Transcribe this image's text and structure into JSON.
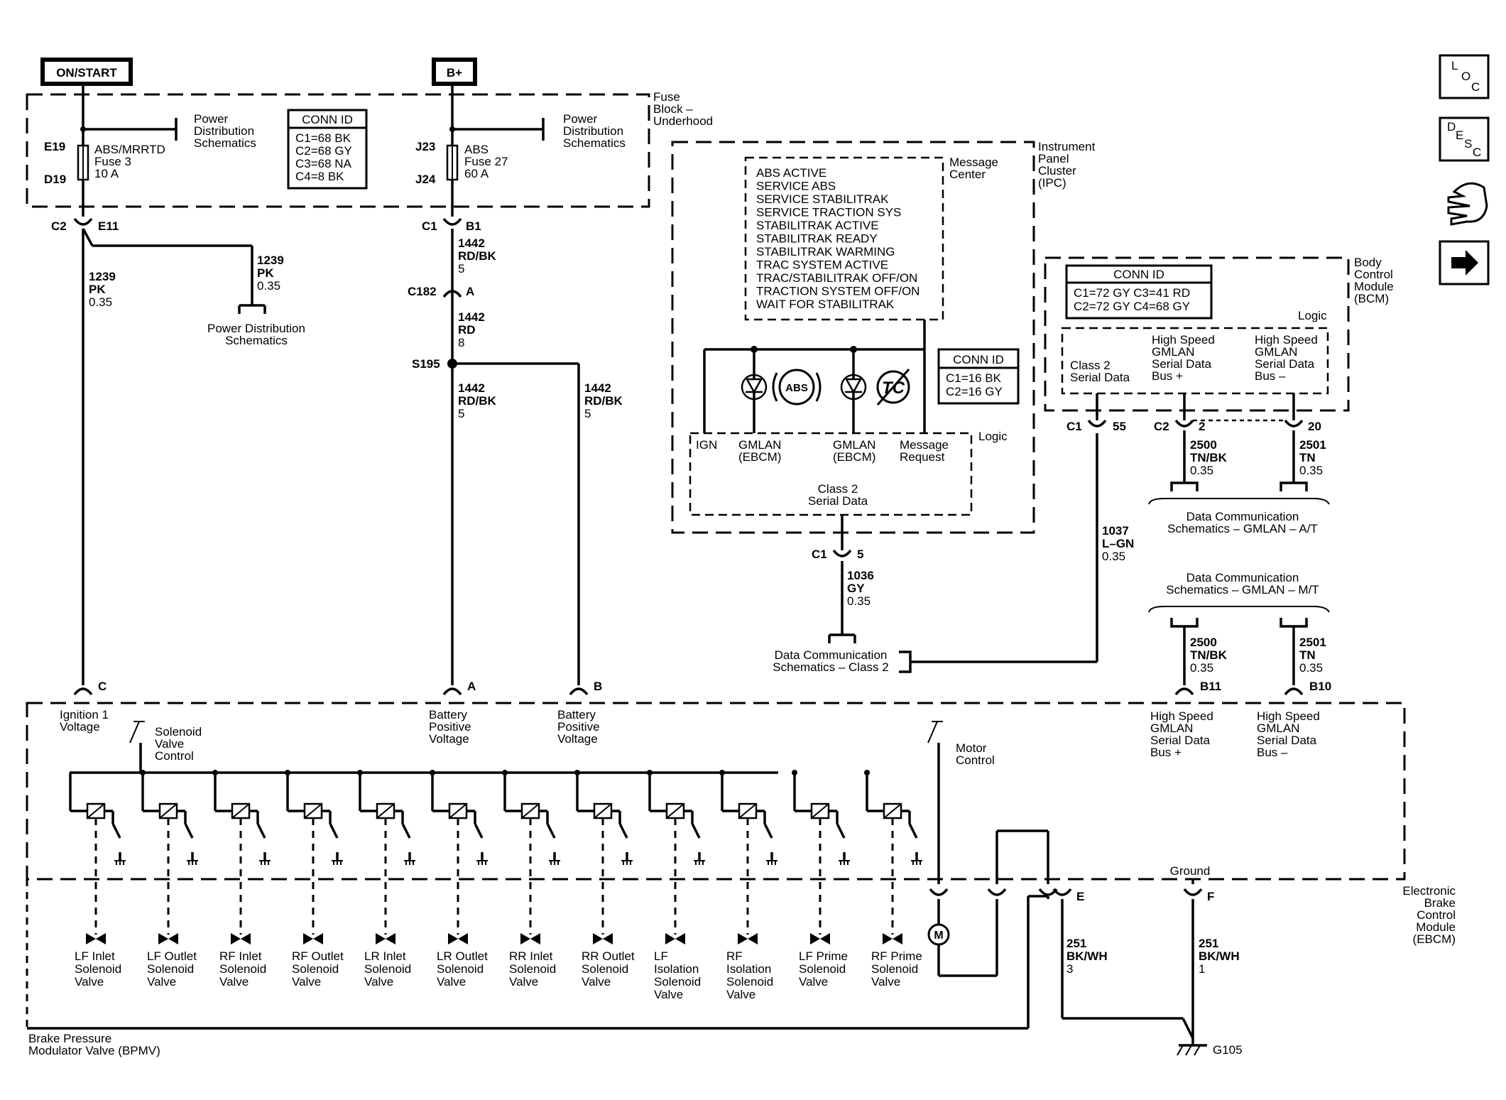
{
  "labels": {
    "on_start": "ON/START",
    "b_plus": "B+",
    "fuse_block": [
      "Fuse",
      "Block –",
      "Underhood"
    ],
    "power_dist_1": [
      "Power",
      "Distribution",
      "Schematics"
    ],
    "power_dist_2": [
      "Power",
      "Distribution",
      "Schematics"
    ],
    "power_dist_bottom": [
      "Power Distribution",
      "Schematics"
    ],
    "fuse3": {
      "pin_top": "E19",
      "pin_bot": "D19",
      "lines": [
        "ABS/MRRTD",
        "Fuse 3",
        "10 A"
      ]
    },
    "fuse27": {
      "pin_top": "J23",
      "pin_bot": "J24",
      "lines": [
        "ABS",
        "Fuse 27",
        "60 A"
      ]
    },
    "conn_id_fuse": {
      "title": "CONN ID",
      "rows": [
        "C1=68 BK",
        "C2=68 GY",
        "C3=68 NA",
        "C4=8 BK"
      ]
    },
    "conn_id_ipc": {
      "title": "CONN ID",
      "rows": [
        "C1=16 BK",
        "C2=16 GY"
      ]
    },
    "conn_id_bcm": {
      "title": "CONN ID",
      "rows": [
        "C1=72 GY  C3=41 RD",
        "C2=72 GY  C4=68 GY"
      ]
    },
    "c2_e11": [
      "C2",
      "E11"
    ],
    "c1_b1": [
      "C1",
      "B1"
    ],
    "c182": [
      "C182",
      "A"
    ],
    "s195": "S195",
    "wire_1239_pk_a": [
      "1239",
      "PK",
      "0.35"
    ],
    "wire_1239_pk_b": [
      "1239",
      "PK",
      "0.35"
    ],
    "wire_1442_rdbk_a": [
      "1442",
      "RD/BK",
      "5"
    ],
    "wire_1442_rd": [
      "1442",
      "RD",
      "8"
    ],
    "wire_1442_rdbk_b": [
      "1442",
      "RD/BK",
      "5"
    ],
    "wire_1442_rdbk_c": [
      "1442",
      "RD/BK",
      "5"
    ],
    "message_center": [
      "Message",
      "Center"
    ],
    "ipc": [
      "Instrument",
      "Panel",
      "Cluster",
      "(IPC)"
    ],
    "messages": [
      "ABS ACTIVE",
      "SERVICE ABS",
      "SERVICE STABILITRAK",
      "SERVICE TRACTION SYS",
      "STABILITRAK ACTIVE",
      "STABILITRAK READY",
      "STABILITRAK WARMING",
      "TRAC SYSTEM ACTIVE",
      "TRAC/STABILITRAK OFF/ON",
      "TRACTION SYSTEM OFF/ON",
      "WAIT FOR STABILITRAK"
    ],
    "abs_icon_text": "ABS",
    "tc_icon_text": "TC",
    "ipc_logic": "Logic",
    "ipc_ign": "IGN",
    "ipc_gmlan_1": [
      "GMLAN",
      "(EBCM)"
    ],
    "ipc_gmlan_2": [
      "GMLAN",
      "(EBCM)"
    ],
    "ipc_msg_req": [
      "Message",
      "Request"
    ],
    "ipc_class2": [
      "Class 2",
      "Serial Data"
    ],
    "c1_5": [
      "C1",
      "5"
    ],
    "wire_1036": [
      "1036",
      "GY",
      "0.35"
    ],
    "data_comm_class2": [
      "Data Communication",
      "Schematics – Class 2"
    ],
    "bcm": [
      "Body",
      "Control",
      "Module",
      "(BCM)"
    ],
    "bcm_logic": "Logic",
    "bcm_class2": [
      "Class 2",
      "Serial Data"
    ],
    "bcm_hs_plus": [
      "High Speed",
      "GMLAN",
      "Serial Data",
      "Bus +"
    ],
    "bcm_hs_minus": [
      "High Speed",
      "GMLAN",
      "Serial Data",
      "Bus –"
    ],
    "c1_55": [
      "C1",
      "55"
    ],
    "c2_2": [
      "C2",
      "2"
    ],
    "pin_20": "20",
    "wire_2500_a": [
      "2500",
      "TN/BK",
      "0.35"
    ],
    "wire_2501_a": [
      "2501",
      "TN",
      "0.35"
    ],
    "data_comm_at": [
      "Data Communication",
      "Schematics – GMLAN – A/T"
    ],
    "wire_1037": [
      "1037",
      "L–GN",
      "0.35"
    ],
    "data_comm_mt": [
      "Data Communication",
      "Schematics – GMLAN – M/T"
    ],
    "wire_2500_b": [
      "2500",
      "TN/BK",
      "0.35"
    ],
    "wire_2501_b": [
      "2501",
      "TN",
      "0.35"
    ],
    "pin_b11": "B11",
    "pin_b10": "B10",
    "pin_c": "C",
    "pin_a": "A",
    "pin_b": "B",
    "ebcm_ign": [
      "Ignition 1",
      "Voltage"
    ],
    "ebcm_batt_a": [
      "Battery",
      "Positive",
      "Voltage"
    ],
    "ebcm_batt_b": [
      "Battery",
      "Positive",
      "Voltage"
    ],
    "solenoid_ctrl": [
      "Solenoid",
      "Valve",
      "Control"
    ],
    "motor_ctrl": [
      "Motor",
      "Control"
    ],
    "ebcm_hs_plus": [
      "High Speed",
      "GMLAN",
      "Serial Data",
      "Bus +"
    ],
    "ebcm_hs_minus": [
      "High Speed",
      "GMLAN",
      "Serial Data",
      "Bus –"
    ],
    "ground": "Ground",
    "ebcm": [
      "Electronic",
      "Brake",
      "Control",
      "Module",
      "(EBCM)"
    ],
    "pin_e": "E",
    "pin_f": "F",
    "motor_symbol": "M",
    "wire_251_a": [
      "251",
      "BK/WH",
      "3"
    ],
    "wire_251_b": [
      "251",
      "BK/WH",
      "1"
    ],
    "g105": "G105",
    "bpmv": [
      "Brake Pressure",
      "Modulator Valve (BPMV)"
    ],
    "valves": [
      [
        "LF Inlet",
        "Solenoid",
        "Valve"
      ],
      [
        "LF Outlet",
        "Solenoid",
        "Valve"
      ],
      [
        "RF Inlet",
        "Solenoid",
        "Valve"
      ],
      [
        "RF Outlet",
        "Solenoid",
        "Valve"
      ],
      [
        "LR Inlet",
        "Solenoid",
        "Valve"
      ],
      [
        "LR Outlet",
        "Solenoid",
        "Valve"
      ],
      [
        "RR Inlet",
        "Solenoid",
        "Valve"
      ],
      [
        "RR Outlet",
        "Solenoid",
        "Valve"
      ],
      [
        "LF",
        "Isolation",
        "Solenoid",
        "Valve"
      ],
      [
        "RF",
        "Isolation",
        "Solenoid",
        "Valve"
      ],
      [
        "LF Prime",
        "Solenoid",
        "Valve"
      ],
      [
        "RF Prime",
        "Solenoid",
        "Valve"
      ]
    ]
  },
  "nav": {
    "loc": [
      "L",
      "O",
      "C"
    ],
    "desc": [
      "D",
      "E",
      "S",
      "C"
    ],
    "hand_icon": "harness-connector-icon",
    "arrow_icon": "arrow-right-icon"
  }
}
